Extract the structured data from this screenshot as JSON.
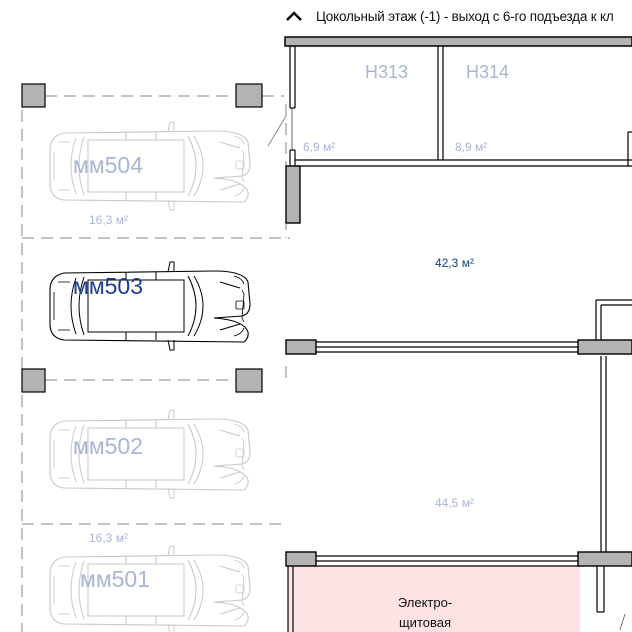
{
  "header": {
    "title": "Цокольный этаж (-1) - выход с 6-го подъезда к кл",
    "collapse_icon": "chevron-up-icon"
  },
  "rooms": [
    {
      "id": "H313",
      "area": "6,9 м²"
    },
    {
      "id": "H314",
      "area": "8,9 м²"
    },
    {
      "id": "hall",
      "area": "42,3 м²"
    },
    {
      "id": "garage",
      "area": "44,5 м²"
    },
    {
      "id": "electrical",
      "label_line1": "Электро-",
      "label_line2": "щитовая"
    }
  ],
  "parking_spots": [
    {
      "id": "мм504",
      "area": "16,3 м²",
      "state": "faded"
    },
    {
      "id": "мм503",
      "area": "",
      "state": "highlighted"
    },
    {
      "id": "мм502",
      "area": "",
      "state": "faded"
    },
    {
      "id": "мм501",
      "area": "16,3 м²",
      "state": "faded"
    }
  ],
  "colors": {
    "wall": "#000000",
    "column_fill": "#b3b3b3",
    "faded_label": "#a9b6d4",
    "highlight_label": "#1f3c99",
    "area_text": "#123f77",
    "electrical_fill": "#fde3e4",
    "dashed_line": "#8a8a8a"
  }
}
